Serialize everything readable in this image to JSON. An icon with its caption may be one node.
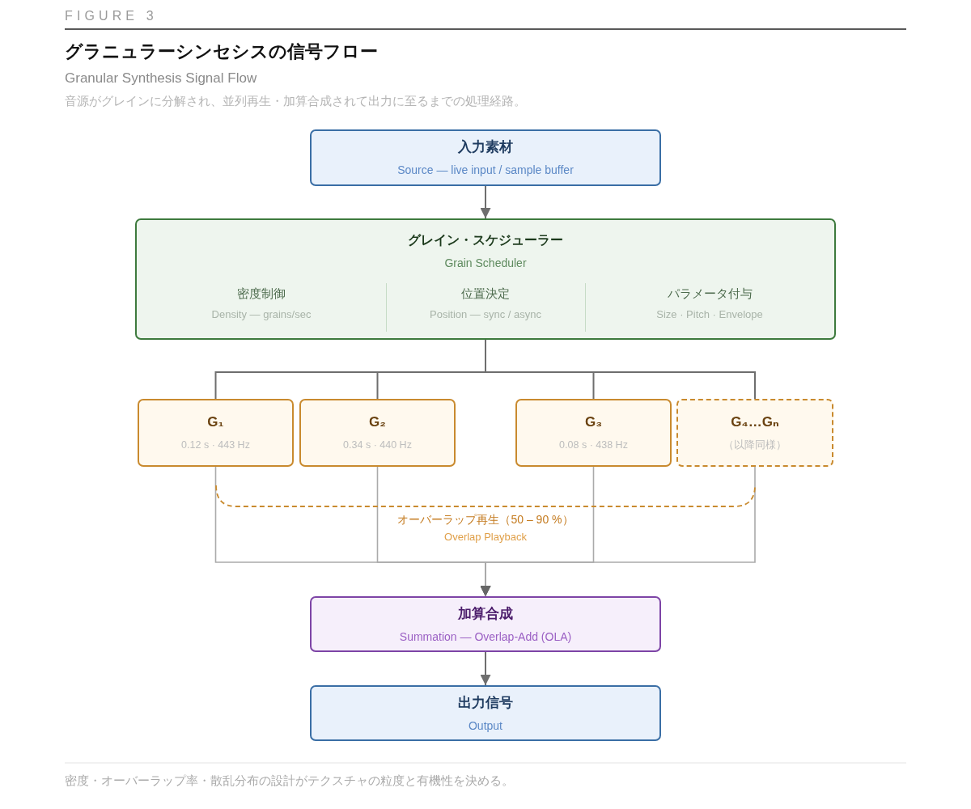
{
  "diagram": {
    "title": "グラニュラーシンセシスの信号フロー",
    "caption": "密度・オーバーラップ率・散乱分布の設計がテクスチャの粒度と有機性を決める。",
    "nodes": [
      {
        "text": [
          "入力素材",
          "Source — live input / sample buffer"
        ]
      },
      {
        "text": [
          "グレイン・スケジューラー",
          "Grain Scheduler",
          "密度制御",
          "Density — grains/sec",
          "位置決定",
          "Position — sync / async",
          "パラメータ付与",
          "Size · Pitch · Envelope"
        ]
      },
      {
        "text": [
          "G₁",
          "0.12 s · 443 Hz"
        ]
      },
      {
        "text": [
          "G₂",
          "0.34 s · 440 Hz"
        ]
      },
      {
        "text": [
          "G₃",
          "0.08 s · 438 Hz"
        ]
      },
      {
        "text": [
          "G₄…Gₙ",
          "（以降同様）"
        ]
      },
      {
        "text": [
          "加算合成",
          "Summation — Overlap-Add (OLA)"
        ]
      },
      {
        "text": [
          "出力信号",
          "Output"
        ]
      }
    ],
    "edges": [
      {
        "from": 0,
        "to": 1,
        "arrow": "to"
      },
      {
        "from": 1,
        "to": 2,
        "arrow": "none"
      },
      {
        "from": 1,
        "to": 3,
        "arrow": "none"
      },
      {
        "from": 1,
        "to": 4,
        "arrow": "none"
      },
      {
        "from": 1,
        "to": 5,
        "arrow": "none"
      },
      {
        "from": 2,
        "to": 6,
        "arrow": "to",
        "color": "#aaaaaa"
      },
      {
        "from": 3,
        "to": 6,
        "arrow": "to",
        "color": "#aaaaaa"
      },
      {
        "from": 4,
        "to": 6,
        "arrow": "to",
        "color": "#aaaaaa"
      },
      {
        "from": 5,
        "to": 6,
        "arrow": "to",
        "color": "#aaaaaa"
      },
      {
        "from": 6,
        "to": 7,
        "arrow": "to"
      }
    ],
    "labels": [
      "FIGURE 3",
      "Granular Synthesis Signal Flow",
      "音源がグレインに分解され、並列再生・加算合成されて出力に至るまでの処理経路。",
      "オーバーラップ再生（50 – 90 %）",
      "Overlap Playback"
    ]
  }
}
